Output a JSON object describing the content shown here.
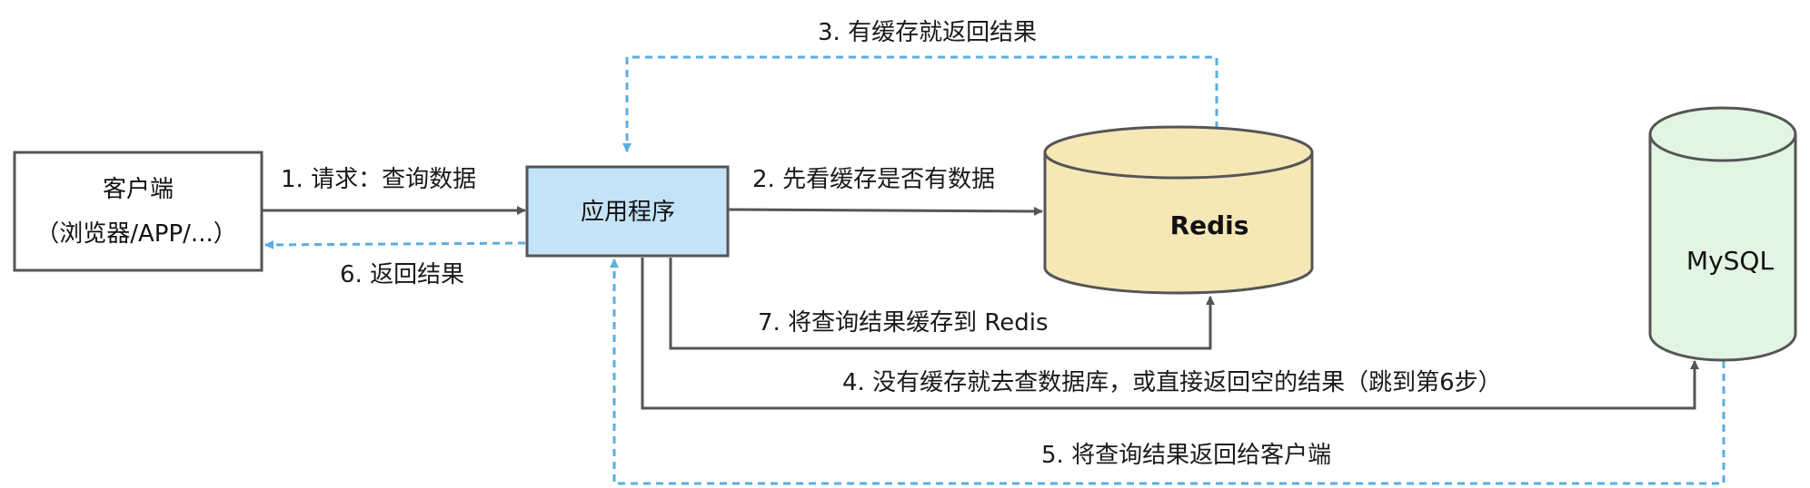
{
  "nodes": {
    "client": {
      "line1": "客户端",
      "line2": "（浏览器/APP/...）",
      "fill": "#ffffff",
      "stroke": "#555555"
    },
    "app": {
      "label": "应用程序",
      "fill": "#c5e3f6",
      "stroke": "#555555"
    },
    "redis": {
      "label": "Redis",
      "fill": "#f6e7b7",
      "stroke": "#555555"
    },
    "mysql": {
      "label": "MySQL",
      "fill": "#e2f4e2",
      "stroke": "#555555"
    }
  },
  "edges": {
    "step1": "1. 请求：查询数据",
    "step2": "2. 先看缓存是否有数据",
    "step3": "3. 有缓存就返回结果",
    "step4": "4. 没有缓存就去查数据库，或直接返回空的结果（跳到第6步）",
    "step5": "5. 将查询结果返回给客户端",
    "step6": "6. 返回结果",
    "step7": "7. 将查询结果缓存到 Redis"
  },
  "colors": {
    "solid_arrow": "#555555",
    "dashed_arrow": "#5aaee0"
  }
}
